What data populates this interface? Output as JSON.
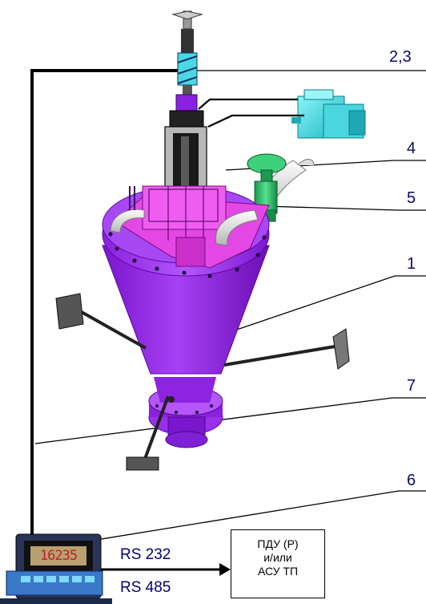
{
  "labels": {
    "l23": "2,3",
    "l4": "4",
    "l5": "5",
    "l1": "1",
    "l7": "7",
    "l6": "6"
  },
  "meter": {
    "reading": "16235"
  },
  "interfaces": {
    "rs232": "RS 232",
    "rs485": "RS 485"
  },
  "control_box": {
    "line1": "ПДУ (Р)",
    "line2": "и/или",
    "line3": "АСУ ТП"
  },
  "colors": {
    "vessel": "#9a2ee8",
    "vessel_dark": "#6a10b0",
    "flange_pink": "#e040e0",
    "pipe": "#e6e6e6",
    "valve_green": "#2ec06a",
    "motor_cyan": "#3ad8e0",
    "line": "#000000",
    "label_text": "#0a0a6e"
  }
}
